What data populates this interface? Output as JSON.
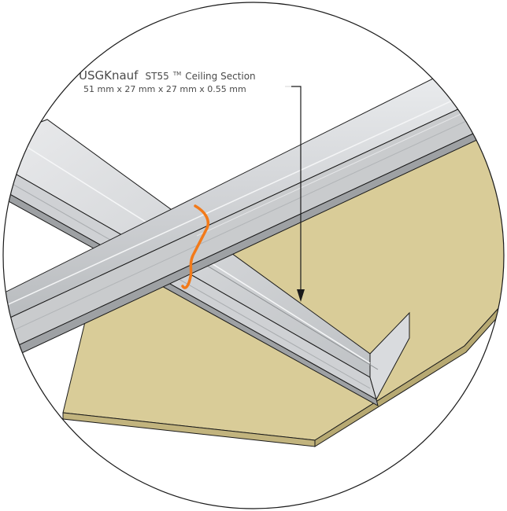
{
  "callout": {
    "brand": "USGKnauf",
    "product_prefix": "ST55",
    "trademark": "TM",
    "product_suffix": " Ceiling Section",
    "dimensions": "51 mm x 27 mm x 27 mm x 0.55 mm"
  },
  "colors": {
    "board": "#d9cc98",
    "board_edge": "#c2b47e",
    "steel_light": "#e4e5e7",
    "steel_mid": "#c9cbcd",
    "steel_dark": "#9ea1a4",
    "clip": "#f27a1a",
    "outline": "#1a1a1a"
  }
}
